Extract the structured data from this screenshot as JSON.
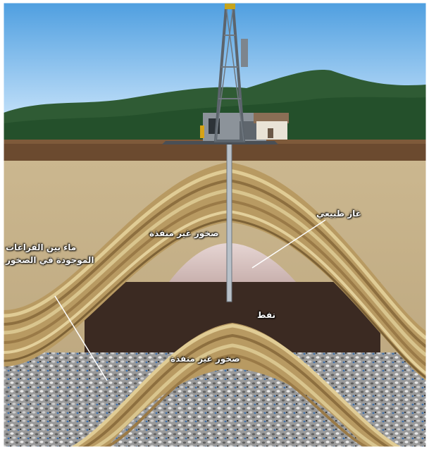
{
  "labels": {
    "impermeable_rock_top": "صخور غير منفذة",
    "natural_gas": "غاز طبيعي",
    "water_line1": "ماء بين الفراغات",
    "water_line2": "الموجودة في الصخور",
    "oil": "نفط",
    "impermeable_rock_bottom": "صخور غير منفذة"
  },
  "colors": {
    "sky_top": "#5aa9e6",
    "sky_bottom": "#d6ecf8",
    "forest": "#2f5b34",
    "topsoil": "#6b4a2f",
    "sand": "#c9b48a",
    "rock_band_light": "#d9c58e",
    "rock_band_dark": "#9a7a47",
    "gas": "#d9c2c0",
    "oil": "#3b2a22",
    "porous_rock": "#8f8f8f"
  }
}
